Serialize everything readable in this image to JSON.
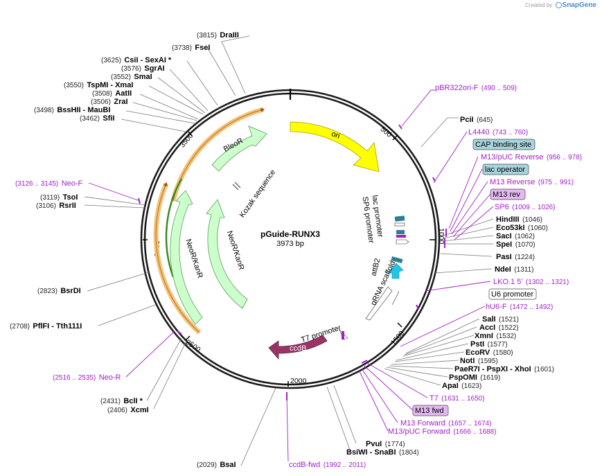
{
  "credit": {
    "prefix": "Created by",
    "brand": "SnapGene"
  },
  "plasmid": {
    "name": "pGuide-RUNX3",
    "length": "3973 bp"
  },
  "scale_ticks": [
    "500",
    "1000",
    "1500",
    "2000",
    "2500",
    "3000",
    "3500"
  ],
  "enzymes": [
    {
      "name": "DraIII",
      "pos": "(3815)"
    },
    {
      "name": "FseI",
      "pos": "(3738)"
    },
    {
      "name": "CsiI  - SexAI *",
      "pos": "(3625)"
    },
    {
      "name": "SgrAI",
      "pos": "(3576)"
    },
    {
      "name": "SmaI",
      "pos": "(3552)"
    },
    {
      "name": "TspMI  - XmaI",
      "pos": "(3550)"
    },
    {
      "name": "AatII",
      "pos": "(3508)"
    },
    {
      "name": "ZraI",
      "pos": "(3506)"
    },
    {
      "name": "BssHII  - MauBI",
      "pos": "(3498)"
    },
    {
      "name": "SfiI",
      "pos": "(3462)"
    },
    {
      "name": "TsoI",
      "pos": "(3119)"
    },
    {
      "name": "RsrII",
      "pos": "(3106)"
    },
    {
      "name": "BsrDI",
      "pos": "(2823)"
    },
    {
      "name": "PflFI  - Tth111I",
      "pos": "(2708)"
    },
    {
      "name": "BclI *",
      "pos": "(2431)"
    },
    {
      "name": "XcmI",
      "pos": "(2406)"
    },
    {
      "name": "BsaI",
      "pos": "(2029)"
    },
    {
      "name": "PciI",
      "pos": "(645)"
    },
    {
      "name": "HindIII",
      "pos": "(1046)"
    },
    {
      "name": "Eco53kI",
      "pos": "(1060)"
    },
    {
      "name": "SacI",
      "pos": "(1062)"
    },
    {
      "name": "SpeI",
      "pos": "(1070)"
    },
    {
      "name": "PasI",
      "pos": "(1224)"
    },
    {
      "name": "NdeI",
      "pos": "(1311)"
    },
    {
      "name": "SalI",
      "pos": "(1521)"
    },
    {
      "name": "AccI",
      "pos": "(1522)"
    },
    {
      "name": "XmnI",
      "pos": "(1532)"
    },
    {
      "name": "PstI",
      "pos": "(1577)"
    },
    {
      "name": "EcoRV",
      "pos": "(1580)"
    },
    {
      "name": "NotI",
      "pos": "(1595)"
    },
    {
      "name": "PaeR7I  - PspXI  - XhoI",
      "pos": "(1601)"
    },
    {
      "name": "PspOMI",
      "pos": "(1619)"
    },
    {
      "name": "ApaI",
      "pos": "(1623)"
    },
    {
      "name": "PvuI",
      "pos": "(1774)"
    },
    {
      "name": "BsiWI  - SnaBI",
      "pos": "(1804)"
    }
  ],
  "primers": [
    {
      "name": "pBR322ori-F",
      "range": "(490 .. 509)"
    },
    {
      "name": "L4440",
      "range": "(743 .. 760)"
    },
    {
      "name": "M13/pUC Reverse",
      "range": "(956 .. 978)"
    },
    {
      "name": "M13 Reverse",
      "range": "(975 .. 991)"
    },
    {
      "name": "SP6",
      "range": "(1009 .. 1026)"
    },
    {
      "name": "LKO.1 5'",
      "range": "(1302 .. 1321)"
    },
    {
      "name": "hU6-F",
      "range": "(1472 .. 1492)"
    },
    {
      "name": "T7",
      "range": "(1631 .. 1650)"
    },
    {
      "name": "M13 Forward",
      "range": "(1657 .. 1674)"
    },
    {
      "name": "M13/pUC Forward",
      "range": "(1666 .. 1688)"
    },
    {
      "name": "ccdB-fwd",
      "range": "(1992 .. 2011)"
    },
    {
      "name": "Neo-R",
      "range": "(2516 .. 2535)"
    },
    {
      "name": "Neo-F",
      "range": "(3126 .. 3145)"
    }
  ],
  "boxed_labels": [
    {
      "name": "CAP binding site"
    },
    {
      "name": "lac operator"
    },
    {
      "name": "M13 rev"
    },
    {
      "name": "U6 promoter"
    },
    {
      "name": "M13 fwd"
    }
  ],
  "features": [
    {
      "name": "ori",
      "color": "#ffff00"
    },
    {
      "name": "BleoR",
      "color": "#ccffcc"
    },
    {
      "name": "NeoR/KanR",
      "color": "#ccffcc"
    },
    {
      "name": "NeoR/KanR",
      "color": "#ccffcc"
    },
    {
      "name": "ccdB",
      "color": "#993366"
    },
    {
      "name": "Kozak sequence",
      "color": "#ffffff"
    },
    {
      "name": "lac promoter",
      "color": "#2e7f8f"
    },
    {
      "name": "SP6 promoter",
      "color": "#ffffff"
    },
    {
      "name": "attB2",
      "color": "#2e7f8f"
    },
    {
      "name": "gRNA scaffold",
      "color": "#ffffff"
    },
    {
      "name": "T7 promoter",
      "color": "#ffffff"
    },
    {
      "name": "U6 promoter arrow",
      "color": "#22c5e8"
    }
  ],
  "colors": {
    "primer": "#a020c8",
    "cap_box": "#a8d4de",
    "m13_box": "#e6b8f2",
    "orange": "#f0a030",
    "green": "#3a8a1e"
  }
}
